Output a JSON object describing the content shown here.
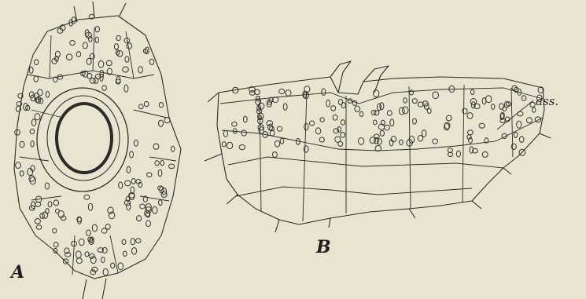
{
  "figure": {
    "panel_a": {
      "label": "A"
    },
    "panel_b": {
      "label": "B",
      "annotation": "ass."
    }
  },
  "colors": {
    "paper": "#e9e4cf",
    "ink": "#2b2b2b"
  }
}
